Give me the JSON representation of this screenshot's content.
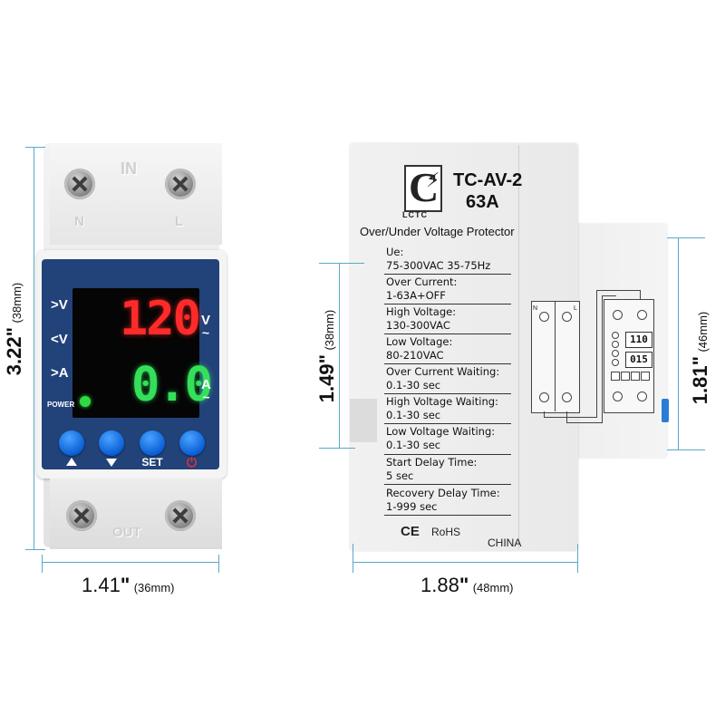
{
  "front_device": {
    "top_terminal_label": "IN",
    "top_left_terminal": "N",
    "top_right_terminal": "L",
    "bottom_terminal_label": "OUT",
    "side_labels": [
      ">V",
      "<V",
      ">A"
    ],
    "voltage_reading": "120",
    "current_reading": "0.0",
    "voltage_unit": "V",
    "current_unit": "A",
    "ac_symbol": "~",
    "power_label": "POWER",
    "buttons": {
      "set_label": "SET",
      "power_symbol": "⏻"
    },
    "colors": {
      "panel_blue": "#22427a",
      "voltage_digits": "#ff2a2a",
      "current_digits": "#34e05a",
      "button_blue": "#0a5fd6",
      "power_led": "#2fdb45"
    }
  },
  "dimensions": {
    "front_height": "3.22",
    "front_height_unit": "\"",
    "front_height_mm": "(38mm)",
    "front_width": "1.41",
    "front_width_unit": "\"",
    "front_width_mm": "(36mm)",
    "side_left_height": "1.49",
    "side_left_height_unit": "\"",
    "side_left_height_mm": "(38mm)",
    "side_right_height": "1.81",
    "side_right_height_unit": "\"",
    "side_right_height_mm": "(46mm)",
    "side_width": "1.88",
    "side_width_unit": "\"",
    "side_width_mm": "(48mm)"
  },
  "side_device": {
    "logo_text": "LCTC",
    "model": "TC-AV-2",
    "rating": "63A",
    "heading": "Over/Under Voltage Protector",
    "specs": [
      {
        "label": "Ue:",
        "value": "75-300VAC 35-75Hz"
      },
      {
        "label": "Over Current:",
        "value": "1-63A+OFF"
      },
      {
        "label": "High Voltage:",
        "value": "130-300VAC"
      },
      {
        "label": "Low Voltage:",
        "value": "80-210VAC"
      },
      {
        "label": "Over Current Waiting:",
        "value": "0.1-30 sec"
      },
      {
        "label": "High Voltage Waiting:",
        "value": "0.1-30 sec"
      },
      {
        "label": "Low Voltage Waiting:",
        "value": "0.1-30 sec"
      },
      {
        "label": "Start Delay Time:",
        "value": "5 sec"
      },
      {
        "label": "Recovery Delay Time:",
        "value": "1-999 sec"
      }
    ],
    "cert_ce": "CE",
    "cert_rohs": "RoHS",
    "origin": "CHINA",
    "diagram": {
      "display_top": "110",
      "display_bottom": "015",
      "terminal_n": "N",
      "terminal_l": "L"
    }
  }
}
